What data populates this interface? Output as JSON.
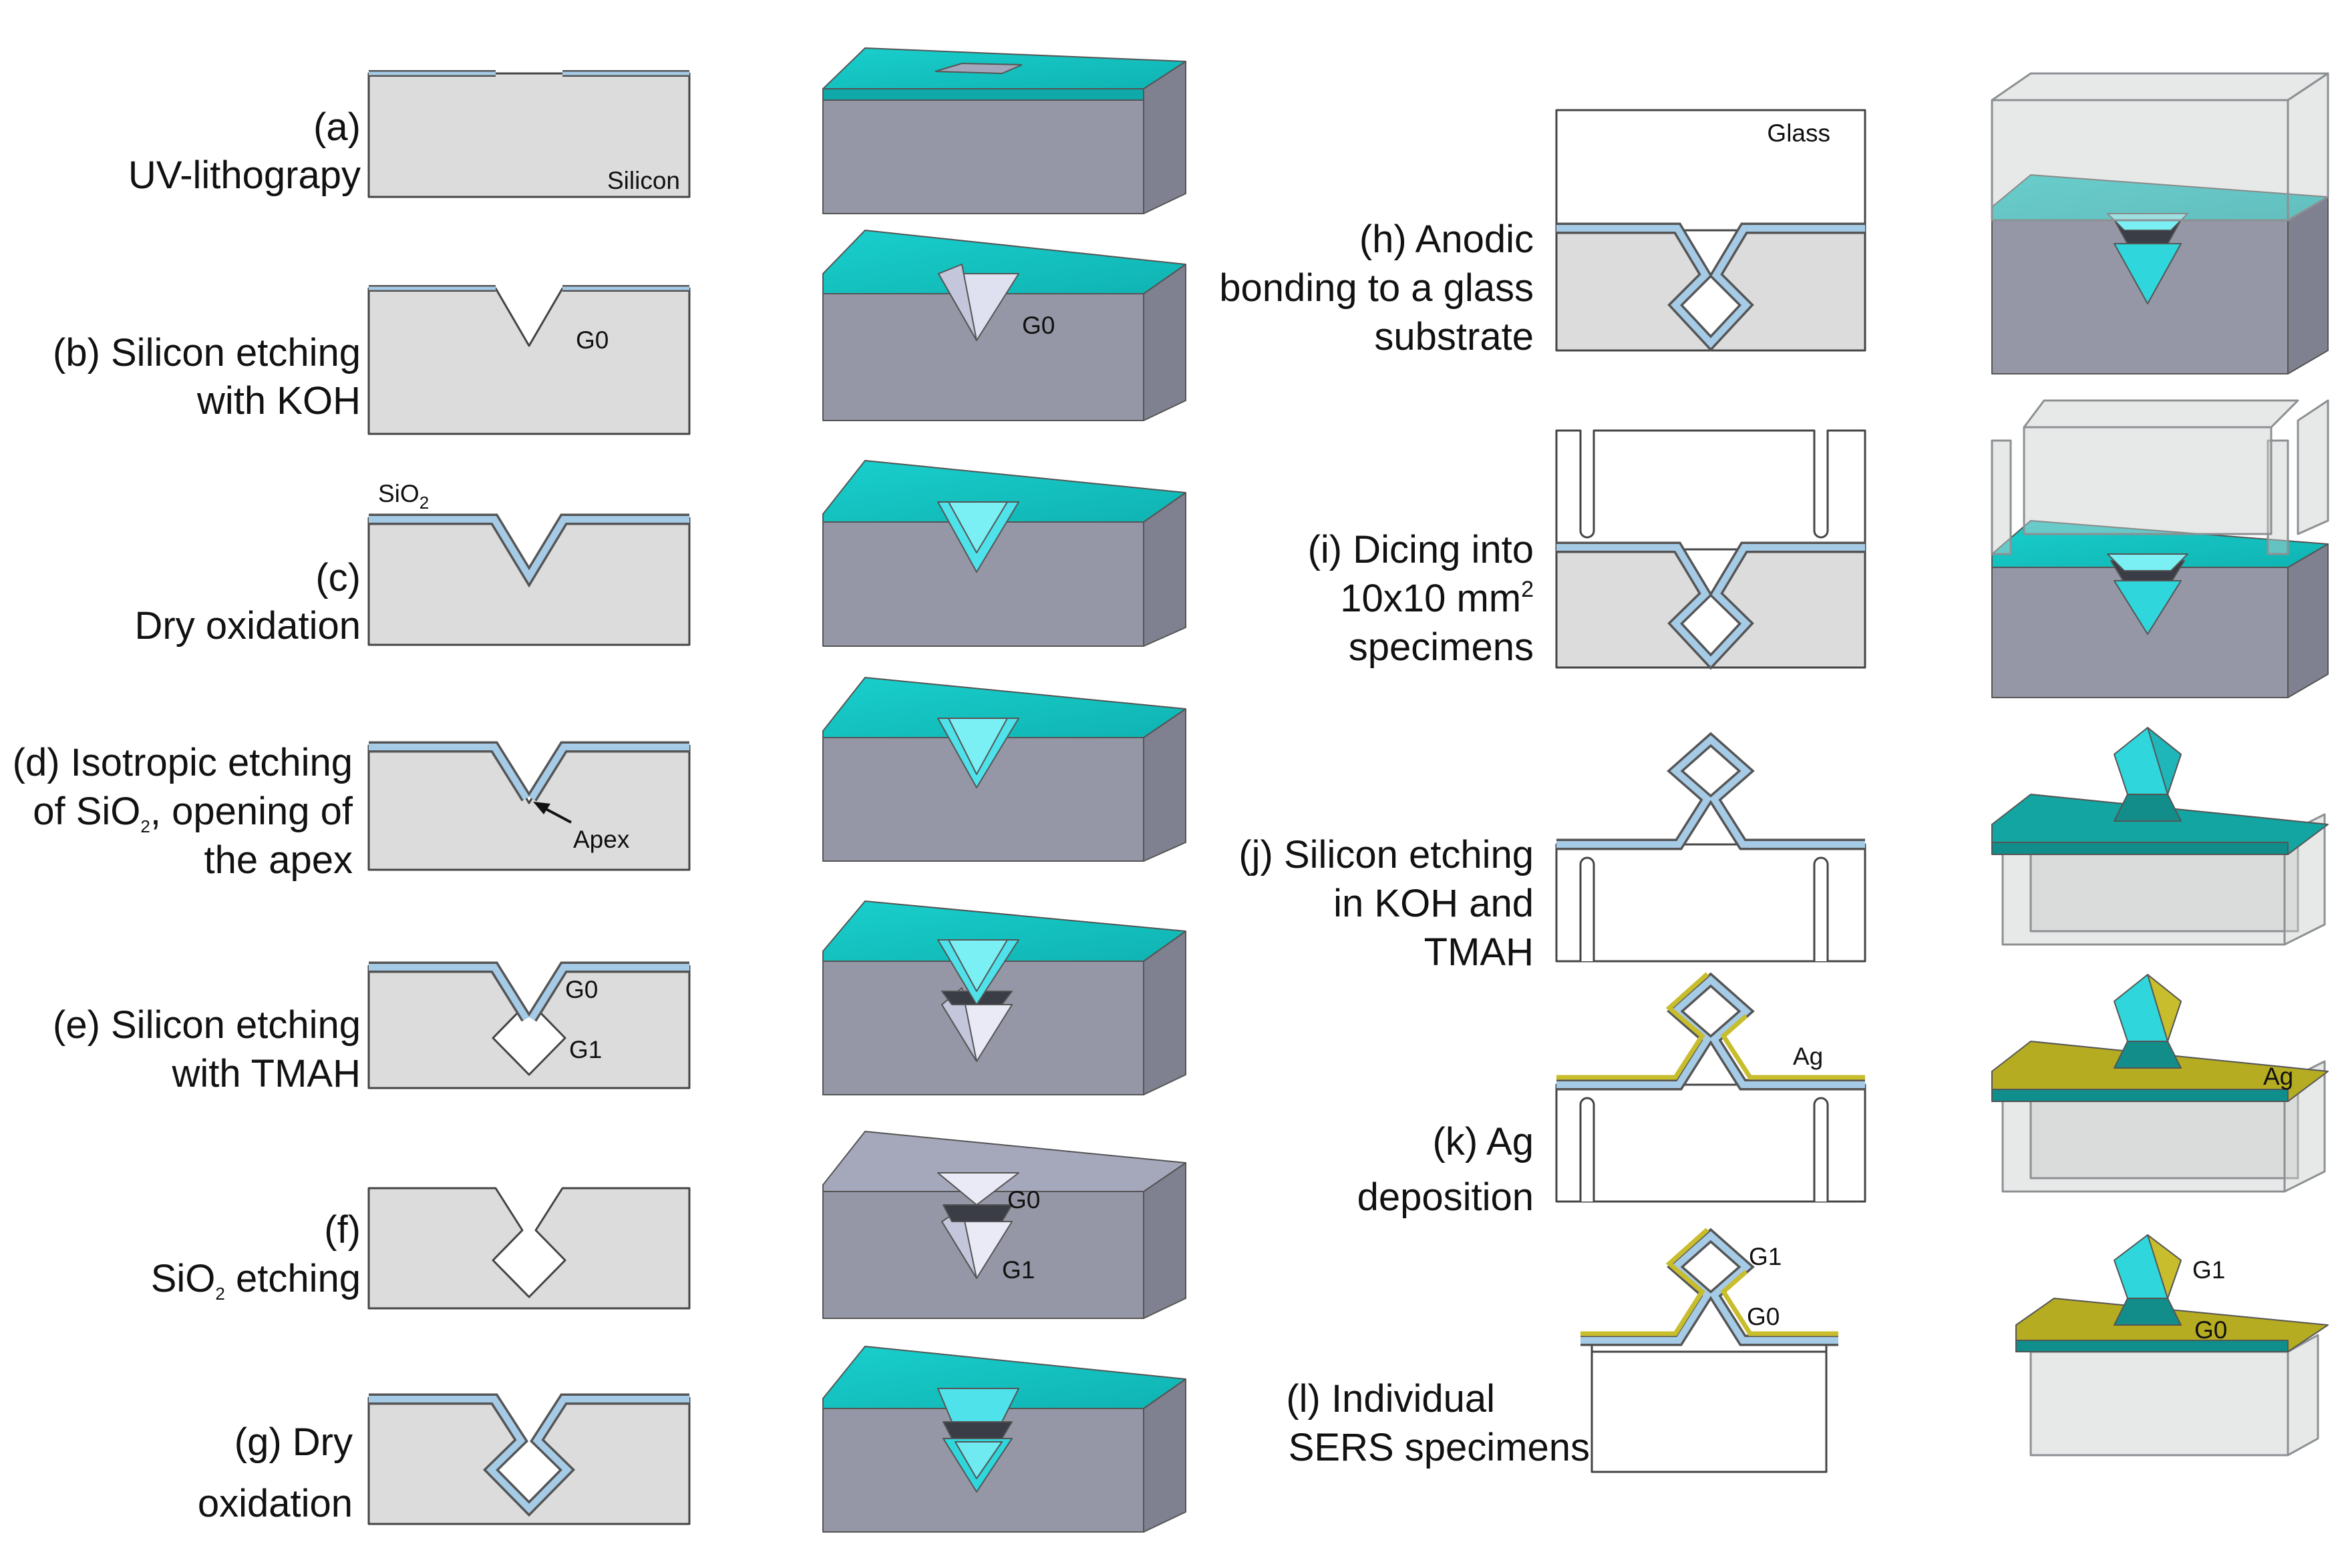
{
  "steps": {
    "a": {
      "caption": [
        "(a)",
        "UV-lithograpy"
      ]
    },
    "b": {
      "caption": [
        "(b) Silicon etching",
        "with KOH"
      ]
    },
    "c": {
      "caption": [
        "(c)",
        "Dry oxidation"
      ]
    },
    "d": {
      "caption_1": "(d) Isotropic etching",
      "caption_2_pre": "of SiO",
      "caption_2_sub": "2",
      "caption_2_post": ", opening of",
      "caption_3": "the apex"
    },
    "e": {
      "caption": [
        "(e) Silicon etching",
        "with TMAH"
      ]
    },
    "f": {
      "caption_1": "(f)",
      "caption_2_pre": "SiO",
      "caption_2_sub": "2",
      "caption_2_post": " etching"
    },
    "g": {
      "caption": [
        "(g) Dry",
        "oxidation"
      ]
    },
    "h": {
      "caption": [
        "(h) Anodic",
        "bonding to a glass",
        "substrate"
      ]
    },
    "i": {
      "caption_1": "(i) Dicing into",
      "caption_2_pre": "10x10 mm",
      "caption_2_sup": "2",
      "caption_3": "specimens"
    },
    "j": {
      "caption": [
        "(j) Silicon etching",
        "in KOH and",
        "TMAH"
      ]
    },
    "k": {
      "caption": [
        "(k) Ag",
        "deposition"
      ]
    },
    "l": {
      "caption": [
        "(l) Individual",
        "SERS specimens"
      ]
    }
  },
  "labels": {
    "silicon": "Silicon",
    "g0": "G0",
    "g1": "G1",
    "sio2_pre": "SiO",
    "sio2_sub": "2",
    "apex": "Apex",
    "glass": "Glass",
    "ag": "Ag"
  },
  "colors": {
    "silicon_section": "#dcdcdc",
    "oxide_layer": "#a6cbe6",
    "block_top_oxide": "#12c5c3",
    "block_side": "#8d8f9e",
    "block_front": "#9597a6",
    "silver": "#c8bd2c",
    "glass": "#c9cbcd"
  }
}
